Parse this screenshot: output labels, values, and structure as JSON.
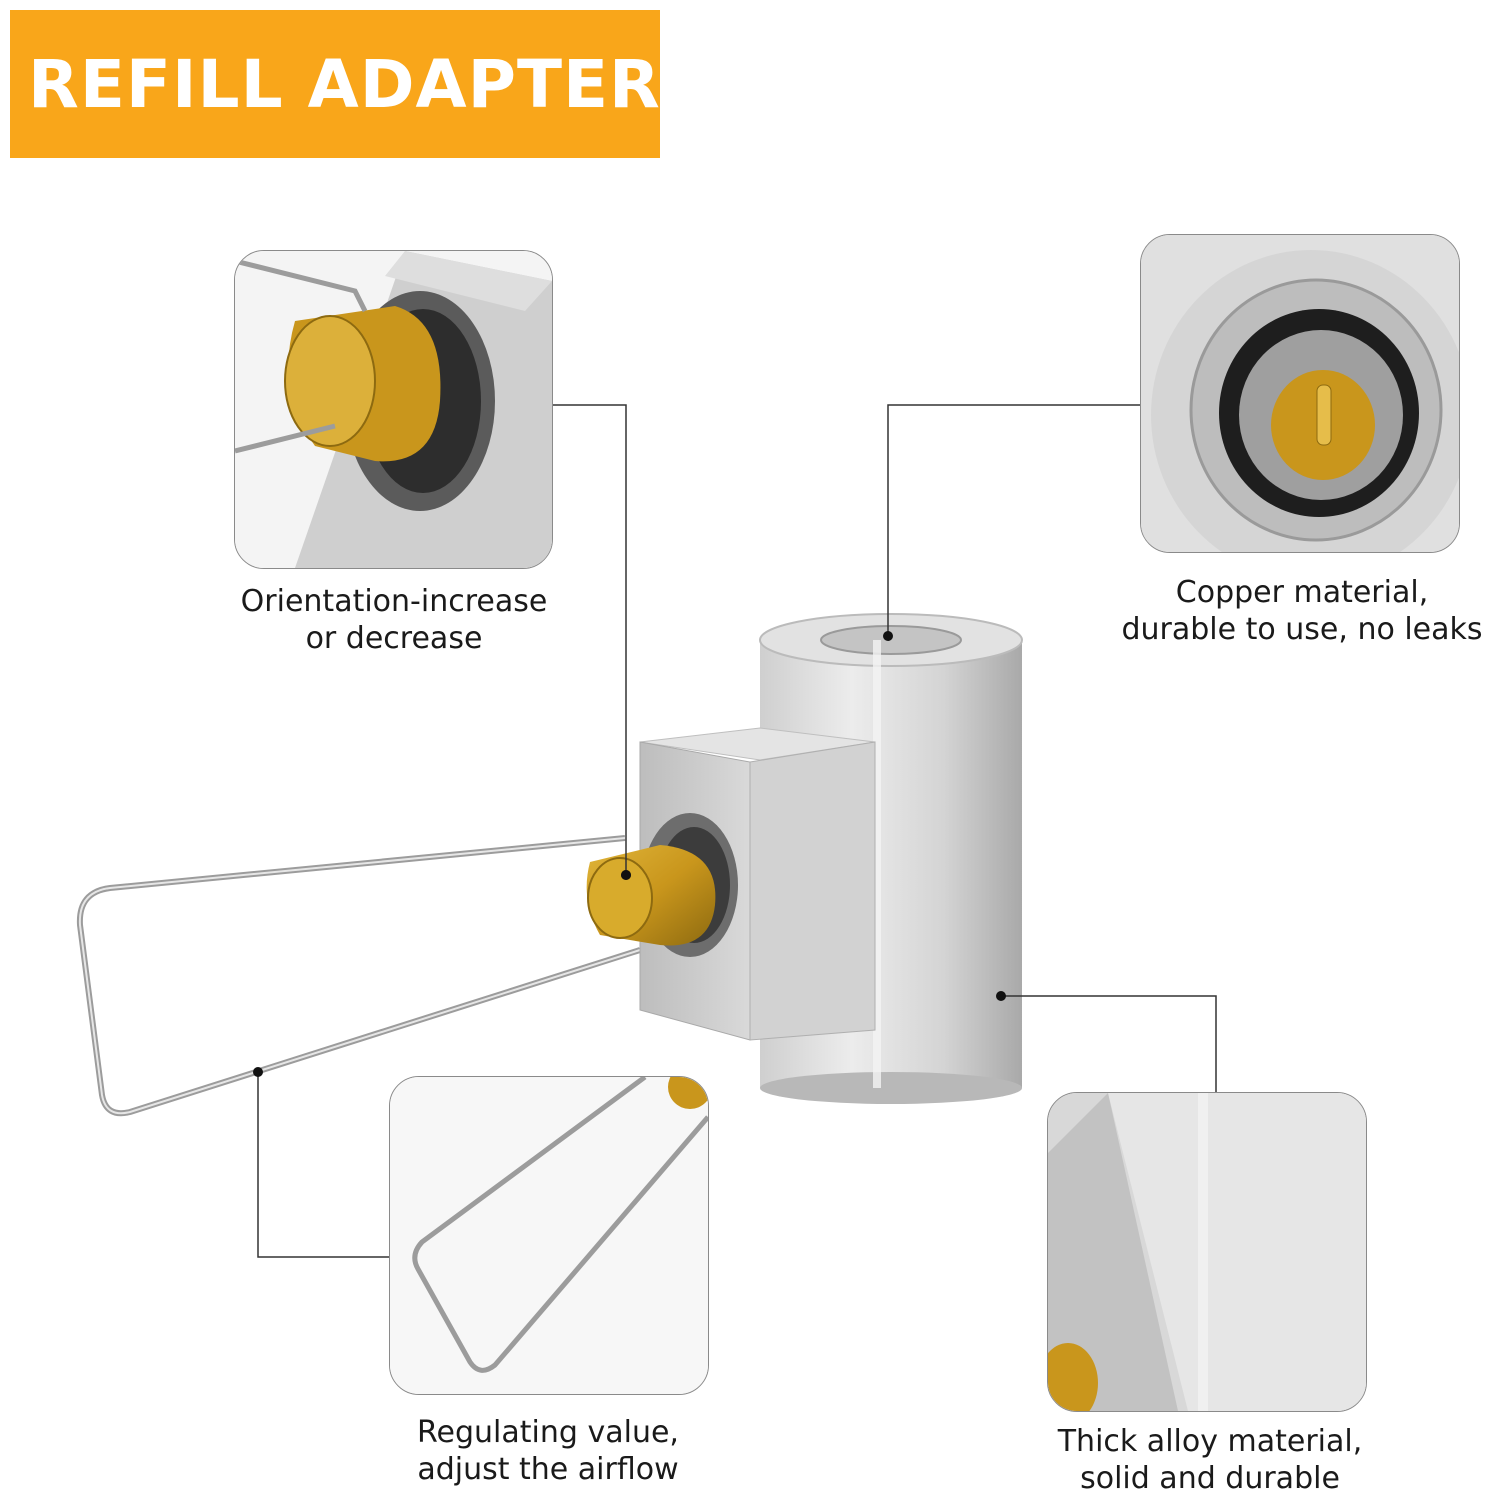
{
  "banner": {
    "title": "REFILL ADAPTER",
    "color": "#f9a61a"
  },
  "features": [
    {
      "line1": "Orientation-increase",
      "line2": "or decrease"
    },
    {
      "line1": "Copper material,",
      "line2": "durable to use, no leaks"
    },
    {
      "line1": "Regulating value,",
      "line2": "adjust the airflow"
    },
    {
      "line1": "Thick alloy material,",
      "line2": "solid and durable"
    }
  ],
  "colors": {
    "brass": "#c9961c",
    "aluminum": "#cfcfcf",
    "leader": "#333333"
  }
}
